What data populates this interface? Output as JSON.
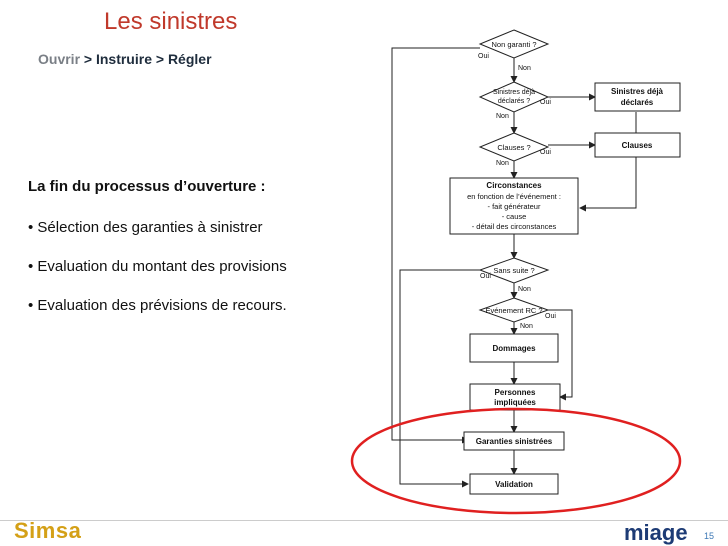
{
  "slide": {
    "title": "Les sinistres",
    "breadcrumb": {
      "first": "Ouvrir",
      "rest": " > Instruire > Régler"
    },
    "heading": "La fin du processus d’ouverture :",
    "bullets": [
      "• Sélection des garanties à sinistrer",
      "• Evaluation du montant des provisions",
      "• Evaluation des prévisions de recours."
    ],
    "page_number": "15"
  },
  "logos": {
    "left": "Simsa",
    "right": "miage"
  },
  "flowchart": {
    "decisions": {
      "non_garanti": "Non garanti ?",
      "sinistres_deja_l1": "Sinistres déjà",
      "sinistres_deja_l2": "déclarés ?",
      "clauses": "Clauses ?",
      "sans_suite": "Sans suite ?",
      "evenement_rc": "Evénement RC ?"
    },
    "boxes": {
      "sinistres_deja_declares_l1": "Sinistres déjà",
      "sinistres_deja_declares_l2": "déclarés",
      "clauses": "Clauses",
      "circonstances_title": "Circonstances",
      "circonstances_l1": "en fonction de l’événement :",
      "circonstances_l2": "- fait générateur",
      "circonstances_l3": "- cause",
      "circonstances_l4": "- détail des circonstances",
      "dommages": "Dommages",
      "personnes_l1": "Personnes",
      "personnes_l2": "impliquées",
      "garanties": "Garanties sinistrées",
      "validation": "Validation"
    },
    "labels": {
      "oui": "Oui",
      "non": "Non"
    }
  },
  "colors": {
    "title": "#c0392b",
    "highlight": "#e02020",
    "miage": "#1d3b75",
    "simsa": "#d4a017"
  }
}
